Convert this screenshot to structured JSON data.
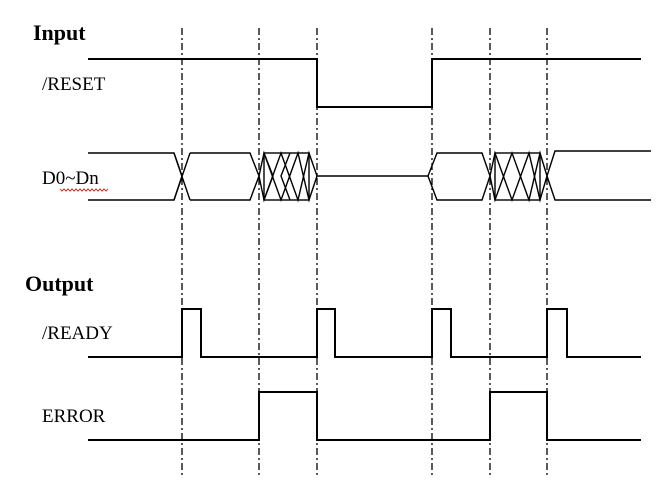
{
  "headings": {
    "input": "Input",
    "output": "Output"
  },
  "signals": {
    "reset": "/RESET",
    "data": "D0~Dn",
    "ready": "/READY",
    "error": "ERROR"
  },
  "colors": {
    "line": "#000000",
    "background": "#ffffff",
    "spellcheck_underline": "#c0392b"
  }
}
